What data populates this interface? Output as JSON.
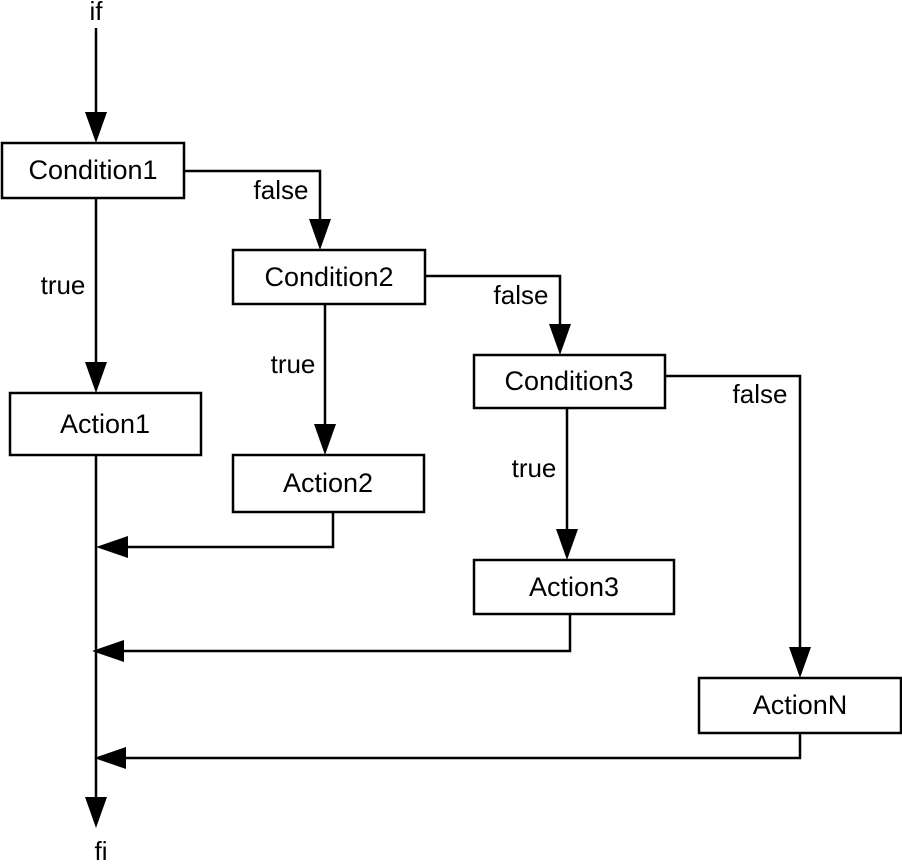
{
  "diagram": {
    "entry_label": "if",
    "exit_label": "fi",
    "nodes": {
      "condition1": "Condition1",
      "condition2": "Condition2",
      "condition3": "Condition3",
      "action1": "Action1",
      "action2": "Action2",
      "action3": "Action3",
      "actionN": "ActionN"
    },
    "edges": {
      "c1_true": "true",
      "c1_false": "false",
      "c2_true": "true",
      "c2_false": "false",
      "c3_true": "true",
      "c3_false": "false"
    }
  }
}
